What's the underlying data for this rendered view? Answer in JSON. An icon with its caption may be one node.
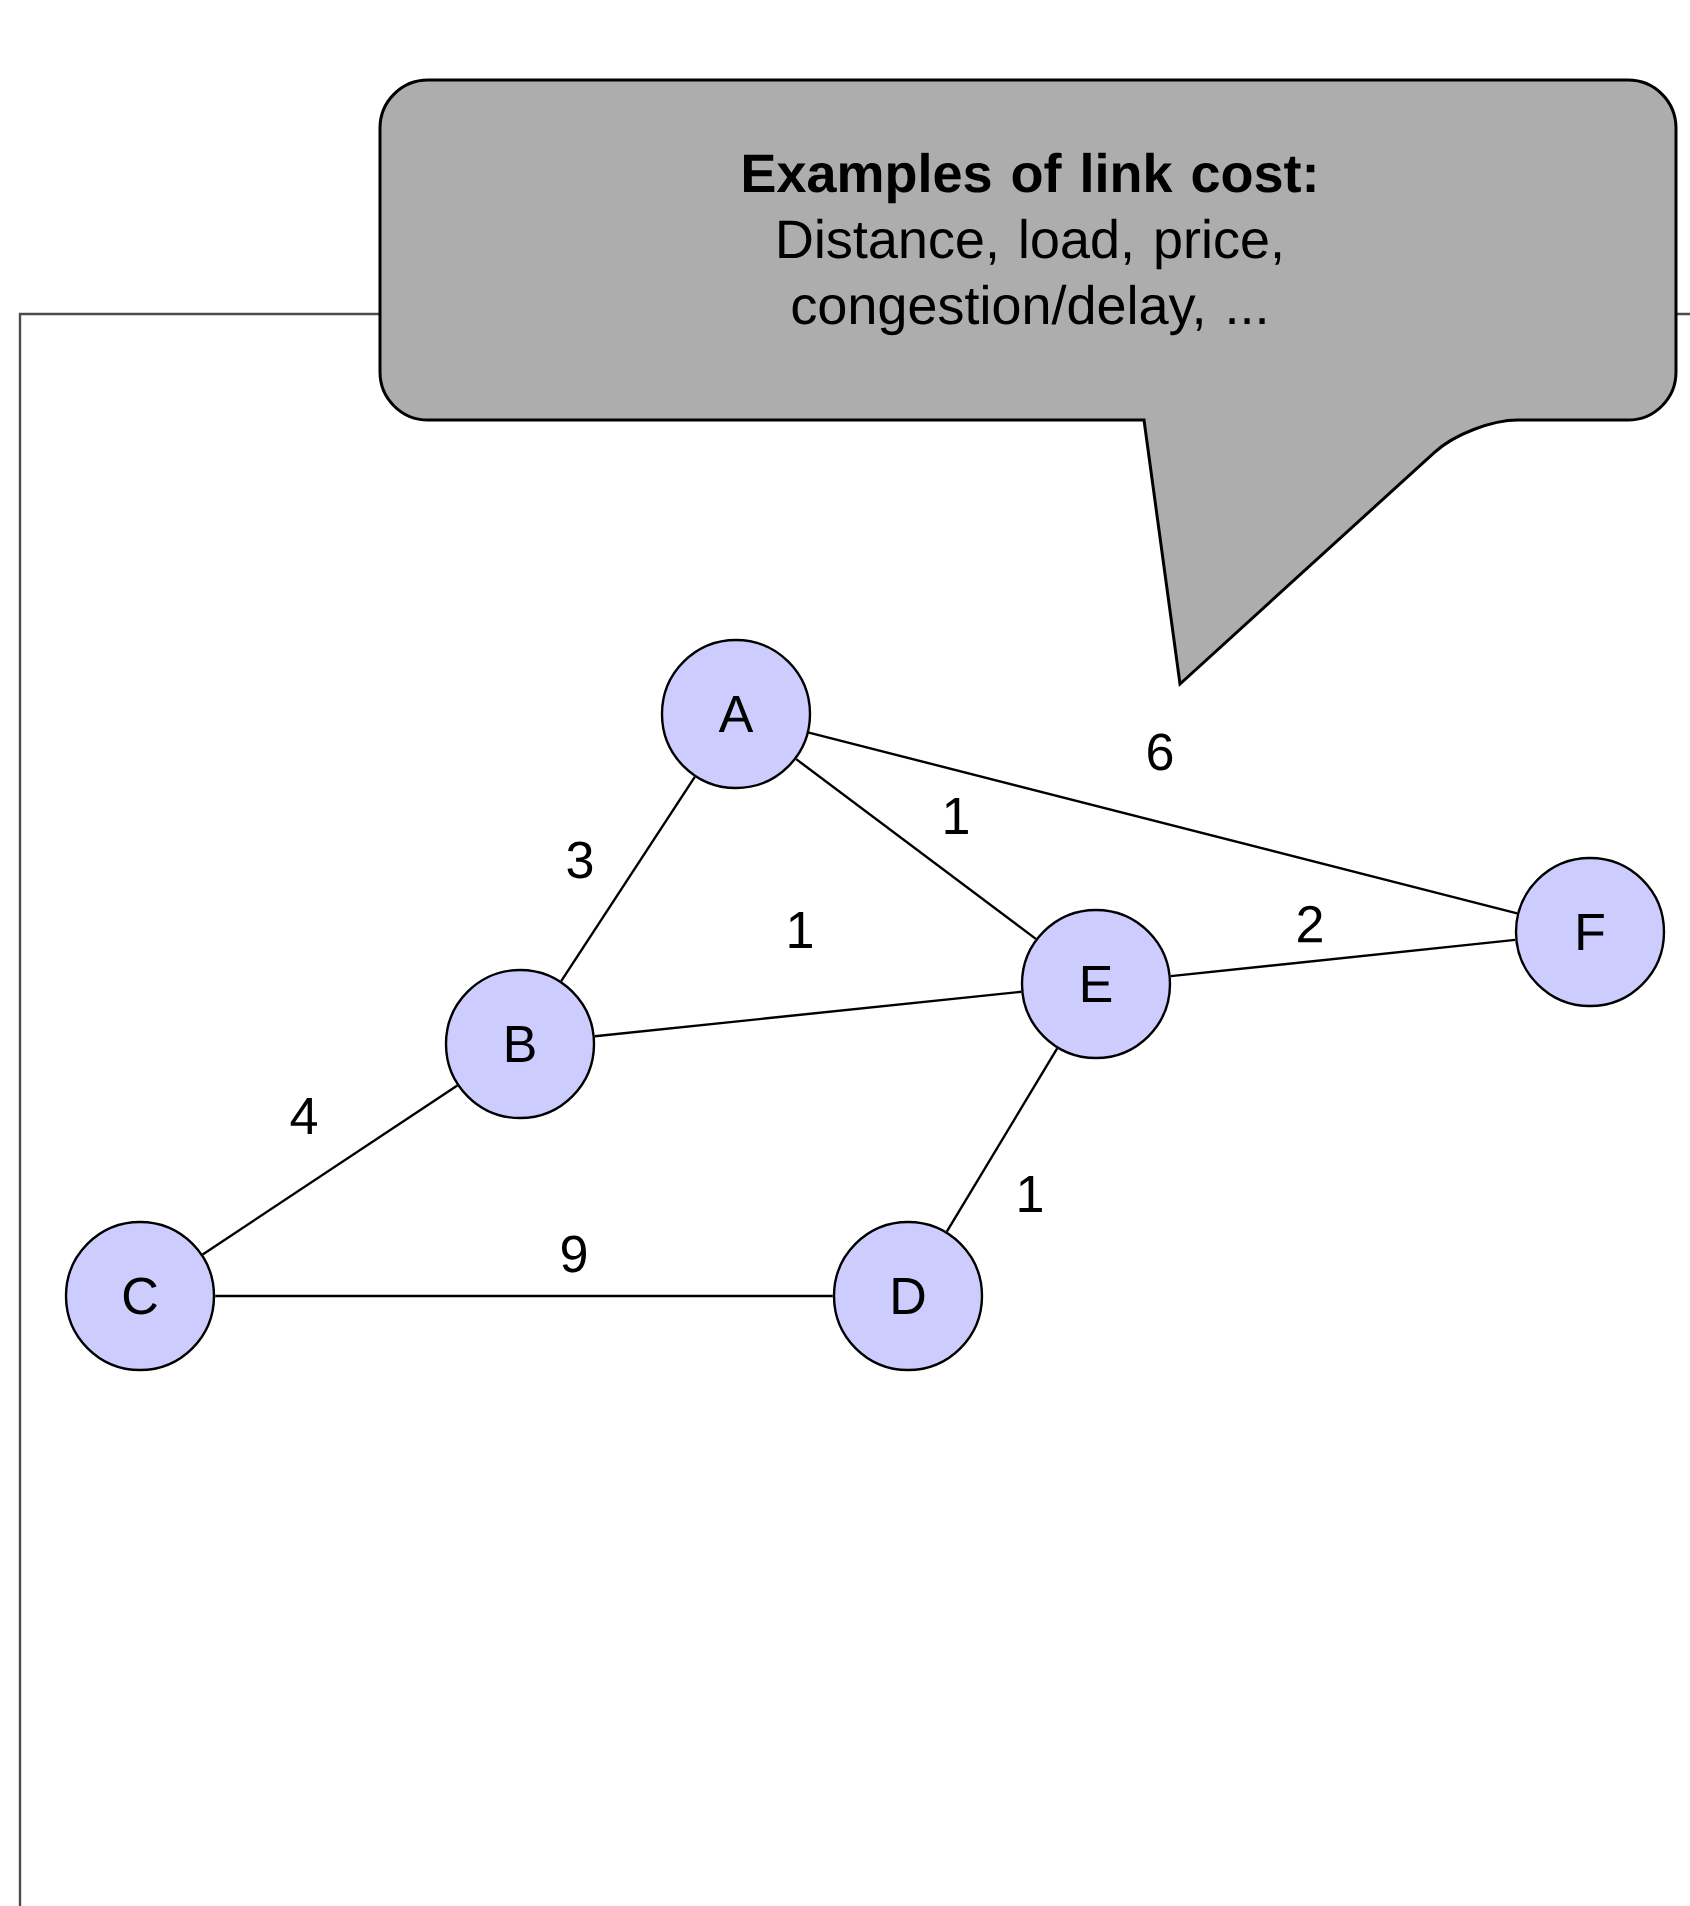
{
  "diagram": {
    "nodes": [
      {
        "text": [
          "**Examples of link cost:**",
          "Distance, load, price, congestion/delay, ..."
        ]
      },
      {
        "text": [
          "A"
        ]
      },
      {
        "text": [
          "B"
        ]
      },
      {
        "text": [
          "C"
        ]
      },
      {
        "text": [
          "D"
        ]
      },
      {
        "text": [
          "E"
        ]
      },
      {
        "text": [
          "F"
        ]
      }
    ],
    "edges": [
      {
        "from": 1,
        "to": 2,
        "arrow": "none",
        "label": "3"
      },
      {
        "from": 1,
        "to": 5,
        "arrow": "none",
        "label": "1"
      },
      {
        "from": 1,
        "to": 6,
        "arrow": "none",
        "label": "6"
      },
      {
        "from": 2,
        "to": 5,
        "arrow": "none",
        "label": "1"
      },
      {
        "from": 5,
        "to": 6,
        "arrow": "none",
        "label": "2"
      },
      {
        "from": 2,
        "to": 3,
        "arrow": "none",
        "label": "4"
      },
      {
        "from": 3,
        "to": 4,
        "arrow": "none",
        "label": "9"
      },
      {
        "from": 4,
        "to": 5,
        "arrow": "none",
        "label": "1"
      }
    ]
  }
}
